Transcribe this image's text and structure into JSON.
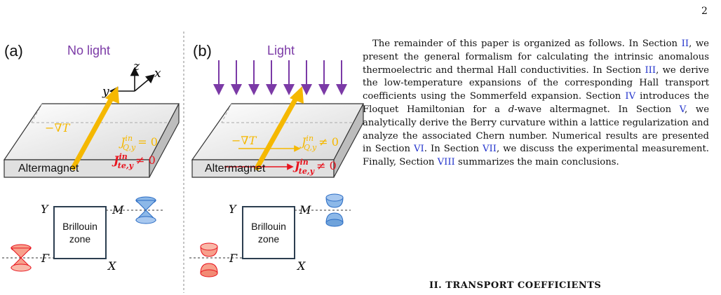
{
  "page_number": "2",
  "figure": {
    "panel_a": {
      "label": "(a)",
      "title": "No light",
      "material": "Altermagnet",
      "axes": {
        "z": "z",
        "x": "x",
        "y": "y"
      },
      "gradient": "−∇T",
      "current_heat_y": "J",
      "current_heat_y_sup": "in",
      "current_heat_y_sub": "Q,y",
      "current_heat_y_rel": "= 0",
      "current_te_y": "J",
      "current_te_y_sup": "in",
      "current_te_y_sub": "te,y",
      "current_te_y_rel": "≠ 0",
      "bz_line1": "Brillouin",
      "bz_line2": "zone",
      "point_y": "Y",
      "point_m": "M",
      "point_gamma": "Γ",
      "point_x": "X"
    },
    "panel_b": {
      "label": "(b)",
      "title": "Light",
      "material": "Altermagnet",
      "gradient": "−∇T",
      "current_heat_y": "J",
      "current_heat_y_sup": "in",
      "current_heat_y_sub": "Q,y",
      "current_heat_y_rel": "≠ 0",
      "current_te_y": "J",
      "current_te_y_sup": "in",
      "current_te_y_sub": "te,y",
      "current_te_y_rel": "≠ 0",
      "bz_line1": "Brillouin",
      "bz_line2": "zone",
      "point_y": "Y",
      "point_m": "M",
      "point_gamma": "Γ",
      "point_x": "X"
    },
    "colors": {
      "purple": "#7b3aa6",
      "orange": "#f5b800",
      "red": "#e8141e",
      "blue": "#2b6cc4",
      "cone_red": "#f7a08c",
      "cone_blue": "#8cb8e8"
    }
  },
  "paragraph": {
    "s1": "The remainder of this paper is organized as follows. In Section ",
    "r1": "II",
    "s2": ", we present the general formalism for calculating the intrinsic anomalous thermoelectric and thermal Hall conductivities. In Section ",
    "r2": "III",
    "s3": ", we derive the low-temperature expansions of the corresponding Hall transport coefficients using the Sommerfeld expansion. Section ",
    "r3": "IV",
    "s4": " introduces the Floquet Hamiltonian for a ",
    "s4i": "d",
    "s4b": "-wave altermagnet. In Section ",
    "r4": "V",
    "s5": ", we analytically derive the Berry curvature within a lattice regularization and analyze the associated Chern number. Numerical results are presented in Section ",
    "r5": "VI",
    "s6": ". In Section ",
    "r6": "VII",
    "s7": ", we discuss the experimental measurement. Finally, Section ",
    "r7": "VIII",
    "s8": " summarizes the main conclusions."
  },
  "section_heading": "II.   TRANSPORT COEFFICIENTS"
}
